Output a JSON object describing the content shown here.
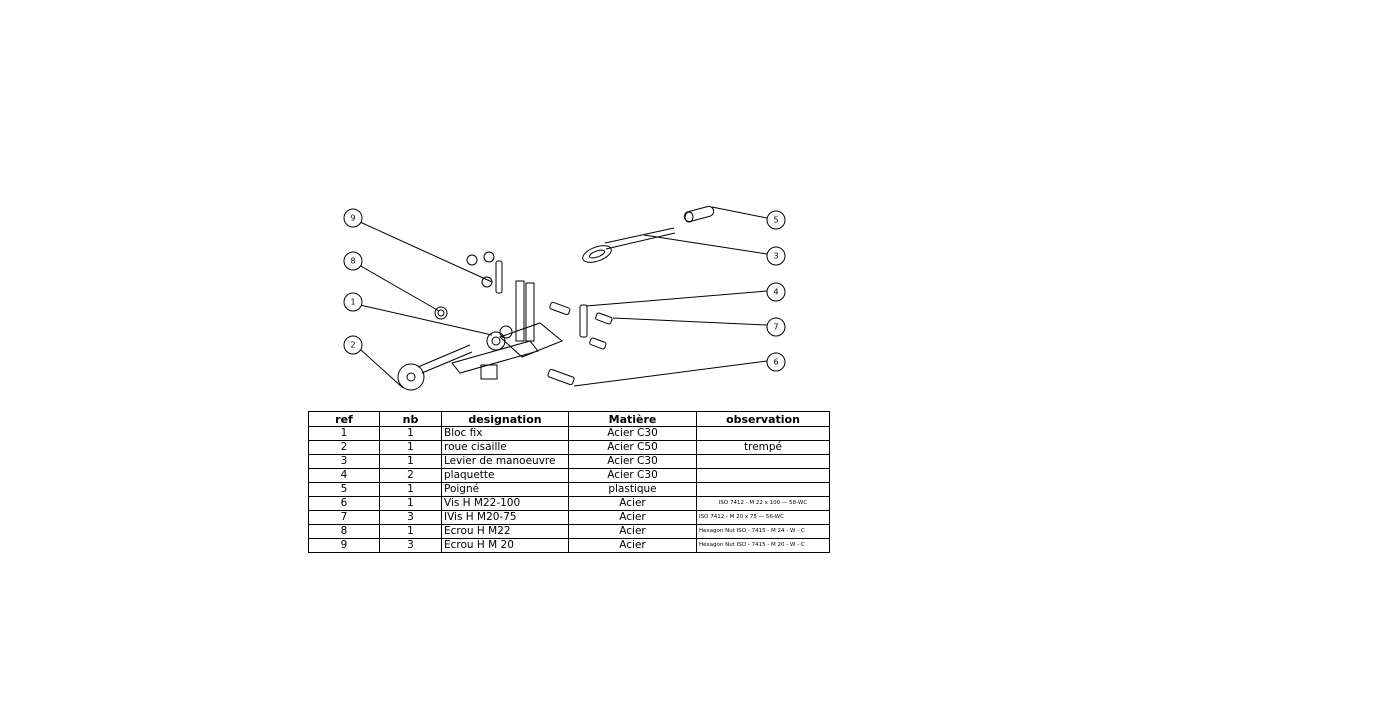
{
  "callouts": [
    "9",
    "8",
    "1",
    "2",
    "5",
    "3",
    "4",
    "7",
    "6"
  ],
  "table": {
    "headers": [
      "ref",
      "nb",
      "designation",
      "Matière",
      "observation"
    ],
    "rows": [
      {
        "ref": "1",
        "nb": "1",
        "designation": "Bloc fix",
        "matiere": "Acier C30",
        "observation": ""
      },
      {
        "ref": "2",
        "nb": "1",
        "designation": "roue cisaille",
        "matiere": "Acier C50",
        "observation": "trempé"
      },
      {
        "ref": "3",
        "nb": "1",
        "designation": "Levier de manoeuvre",
        "matiere": "Acier C30",
        "observation": ""
      },
      {
        "ref": "4",
        "nb": "2",
        "designation": "plaquette",
        "matiere": "Acier C30",
        "observation": ""
      },
      {
        "ref": "5",
        "nb": "1",
        "designation": "Poigné",
        "matiere": "plastique",
        "observation": ""
      },
      {
        "ref": "6",
        "nb": "1",
        "designation": "Vis H M22-100",
        "matiere": "Acier",
        "observation": "ISO 7412 - M 22 x 100 — 58-WC"
      },
      {
        "ref": "7",
        "nb": "3",
        "designation": "IVis H M20-75",
        "matiere": "Acier",
        "observation": "ISO 7412 - M 20 x 75 — 56-WC"
      },
      {
        "ref": "8",
        "nb": "1",
        "designation": "Ecrou H M22",
        "matiere": "Acier",
        "observation": "Hexagon Nut ISO - 7415 - M 24 - W - C"
      },
      {
        "ref": "9",
        "nb": "3",
        "designation": "Ecrou H M 20",
        "matiere": "Acier",
        "observation": "Hexagon Nut ISO - 7415 - M 20 - W - C"
      }
    ]
  }
}
